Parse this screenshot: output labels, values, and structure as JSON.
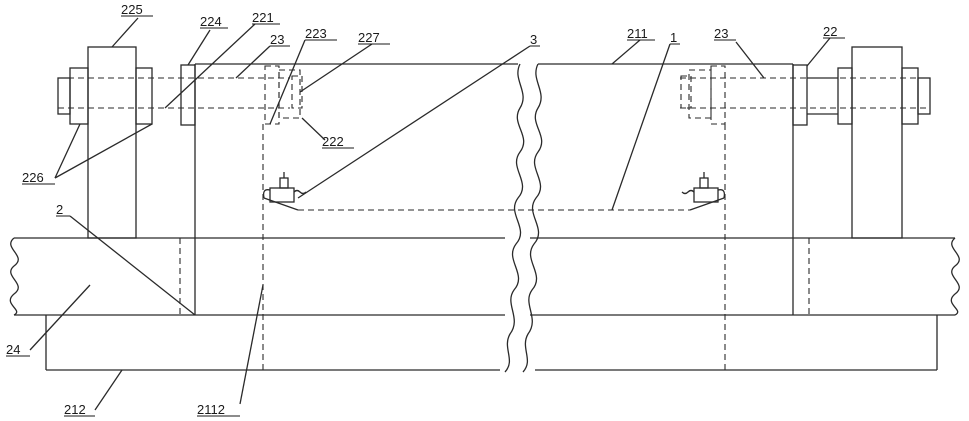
{
  "labels": {
    "l225": "225",
    "l224": "224",
    "l221": "221",
    "l23a": "23",
    "l223": "223",
    "l227": "227",
    "l3": "3",
    "l211": "211",
    "l1": "1",
    "l23b": "23",
    "l22": "22",
    "l222": "222",
    "l226": "226",
    "l2": "2",
    "l24": "24",
    "l212": "212",
    "l2112": "2112"
  }
}
